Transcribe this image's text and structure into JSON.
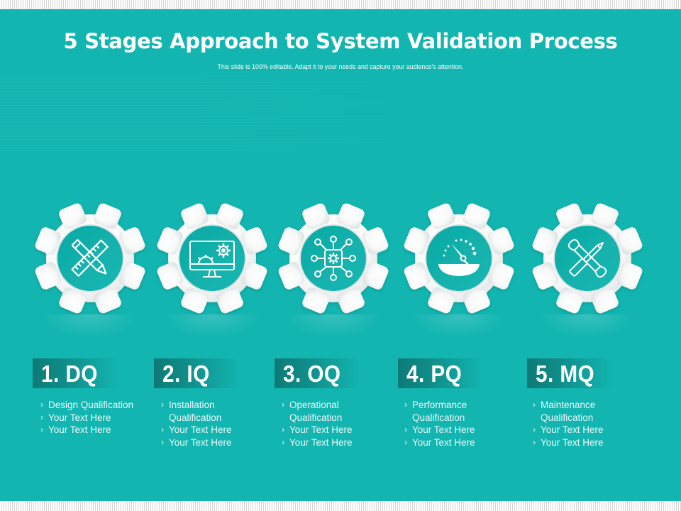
{
  "slide": {
    "title": "5 Stages Approach to System Validation Process",
    "subtitle": "This slide is 100% editable. Adapt it to your needs and capture your audience's attention."
  },
  "colors": {
    "background": "#12b5b0",
    "gear": "#ffffff",
    "inner_circle": "#12b5b0",
    "label_box_dark": "#0d7a77",
    "text": "#ffffff"
  },
  "stages": [
    {
      "label": "1. DQ",
      "icon": "pencil-ruler-icon",
      "bullets": [
        "Design Qualification",
        "Your Text Here",
        "Your Text Here"
      ]
    },
    {
      "label": "2. IQ",
      "icon": "monitor-gears-icon",
      "bullets": [
        "Installation Qualification",
        "Your Text Here",
        "Your Text Here"
      ]
    },
    {
      "label": "3. OQ",
      "icon": "circuit-gear-icon",
      "bullets": [
        "Operational Qualification",
        "Your Text Here",
        "Your Text Here"
      ]
    },
    {
      "label": "4. PQ",
      "icon": "speedometer-icon",
      "bullets": [
        "Performance Qualification",
        "Your Text Here",
        "Your Text Here"
      ]
    },
    {
      "label": "5. MQ",
      "icon": "wrench-screwdriver-icon",
      "bullets": [
        "Maintenance Qualification",
        "Your Text Here",
        "Your Text Here"
      ]
    }
  ],
  "bullet_glyph": "›"
}
